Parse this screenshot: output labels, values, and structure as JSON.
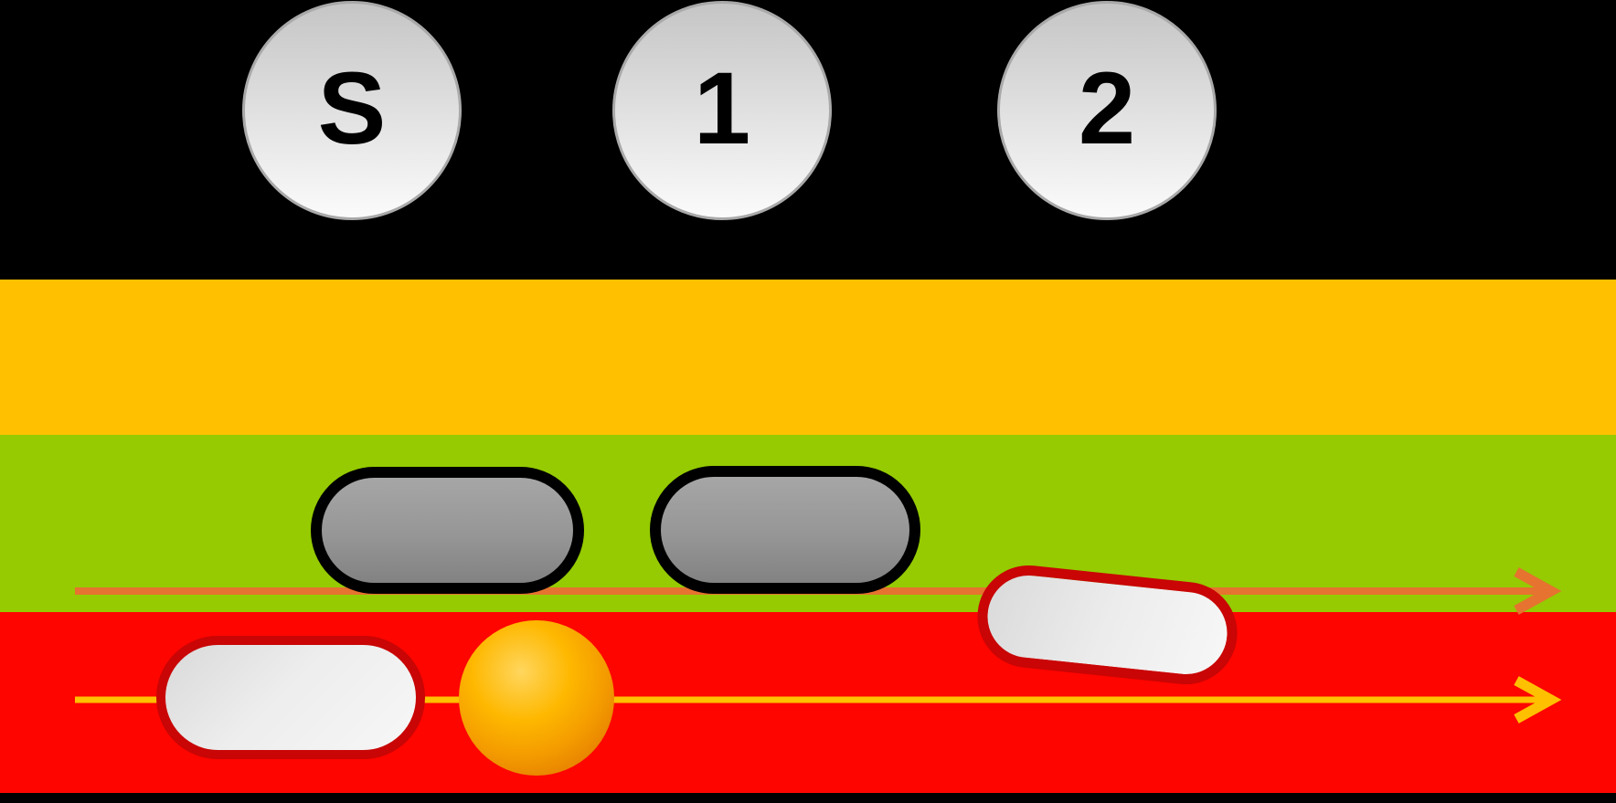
{
  "signals": [
    {
      "id": "signal-s",
      "label": "S"
    },
    {
      "id": "signal-1",
      "label": "1"
    },
    {
      "id": "signal-2",
      "label": "2"
    }
  ],
  "colors": {
    "background_black": "#000000",
    "band_orange": "#FFC000",
    "band_green": "#95CB00",
    "band_red": "#FE0500",
    "upper_arrow_orange": "#E6732F",
    "lower_arrow_gold": "#FFC000",
    "gray_block_fill": "#969696",
    "gray_block_border": "#000000",
    "white_block_fill": "#EDEDED",
    "white_block_border": "#C90505",
    "ball_orange": "#F7A600",
    "signal_fill_top": "#C5C5C5",
    "signal_fill_bottom": "#FBFBFB",
    "signal_border": "#A9A9A9"
  }
}
